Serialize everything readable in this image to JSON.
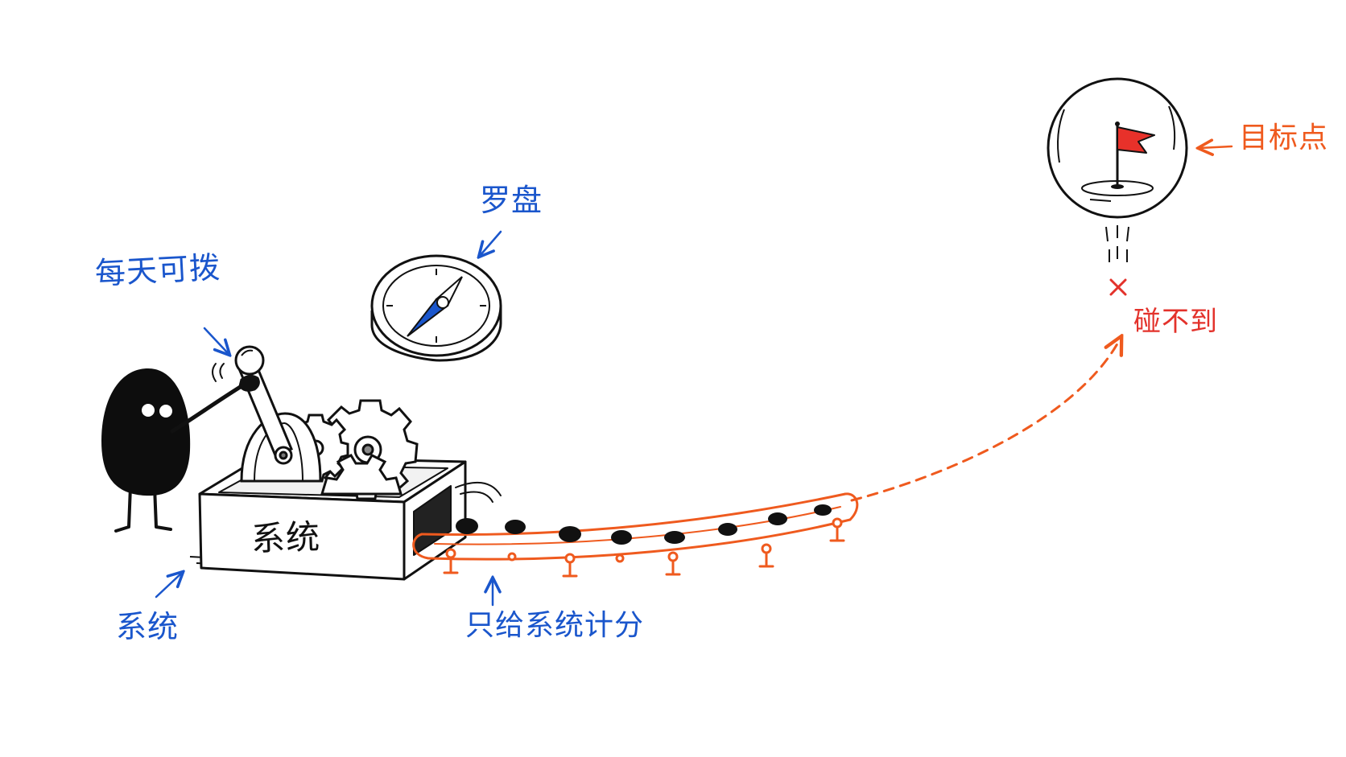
{
  "labels": {
    "daily_adjust": "每天可拨",
    "compass": "罗盘",
    "system_box": "系统",
    "system_note": "系统",
    "score_only": "只给系统计分",
    "target": "目标点",
    "miss": "碰不到"
  },
  "colors": {
    "ink": "#111111",
    "blue_annotation": "#1a56cc",
    "orange_conveyor": "#ef5a1e",
    "red_miss": "#e3322b",
    "compass_needle": "#1a56cc",
    "flag": "#e8312a"
  },
  "icons": {
    "character": "blob-character-icon",
    "gears": "gear-icon",
    "compass": "compass-icon",
    "flag": "goal-flag-icon",
    "miss": "x-mark-icon"
  }
}
